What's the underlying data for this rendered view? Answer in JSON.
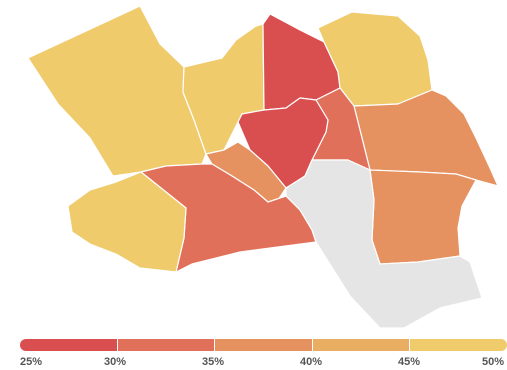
{
  "map": {
    "regions": [
      {
        "id": "northwest",
        "bin": 5
      },
      {
        "id": "north-center-left",
        "bin": 5
      },
      {
        "id": "north-center",
        "bin": 1
      },
      {
        "id": "northeast",
        "bin": 5
      },
      {
        "id": "east",
        "bin": 3
      },
      {
        "id": "center-east-small",
        "bin": 2
      },
      {
        "id": "center",
        "bin": 1
      },
      {
        "id": "center-south-small",
        "bin": 3
      },
      {
        "id": "south-center",
        "bin": 2
      },
      {
        "id": "west",
        "bin": 5
      },
      {
        "id": "southeast",
        "bin": 3
      },
      {
        "id": "south-east-gray",
        "bin": null
      }
    ],
    "no_data_color": "#e5e5e5"
  },
  "legend": {
    "colors": [
      "#d94f4f",
      "#e1705a",
      "#e69160",
      "#eaae63",
      "#efcb6c"
    ],
    "labels": [
      "25%",
      "30%",
      "35%",
      "40%",
      "45%",
      "50%"
    ]
  }
}
